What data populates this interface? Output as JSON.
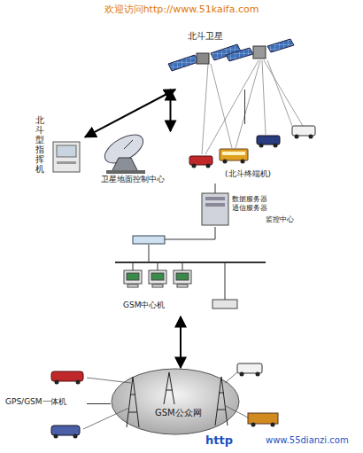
{
  "diagram": {
    "nodes": [
      {
        "text": [
          "北斗卫星"
        ]
      },
      {
        "text": [
          "北斗型指挥机"
        ]
      },
      {
        "text": [
          "卫星地面控制中心"
        ]
      },
      {
        "text": [
          "(北斗终端机)"
        ]
      },
      {
        "text": [
          "数据服务器",
          "通信服务器",
          "监控中心"
        ]
      },
      {
        "text": [
          "GSM中心机"
        ]
      },
      {
        "text": [
          "GSM公众网"
        ]
      },
      {
        "text": [
          "GPS/GSM一体机"
        ]
      }
    ],
    "edges": [
      {
        "from": 1,
        "to": 0,
        "arrow": "both"
      },
      {
        "from": 2,
        "to": 0,
        "arrow": "both"
      },
      {
        "from": 0,
        "to": 3,
        "arrow": "none"
      },
      {
        "from": 5,
        "to": 6,
        "arrow": "both"
      },
      {
        "from": 6,
        "to": 7,
        "arrow": "none"
      }
    ],
    "labels": [
      "欢迎访问http://www.51kaifa.com",
      "http",
      "www.55dianzi.com"
    ]
  }
}
